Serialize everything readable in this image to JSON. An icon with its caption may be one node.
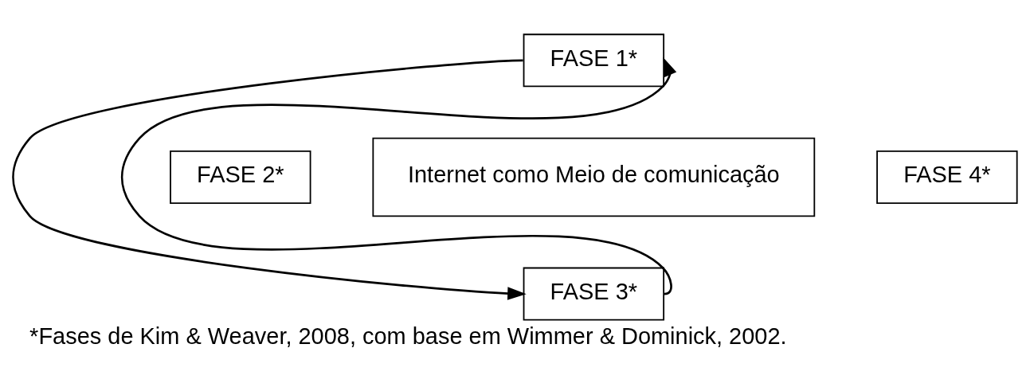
{
  "diagram": {
    "caption": "*Fases de Kim & Weaver, 2008, com base em Wimmer & Dominick, 2002.",
    "nodes": [
      {
        "text": [
          "FASE 1*"
        ]
      },
      {
        "text": [
          "FASE 2*"
        ]
      },
      {
        "text": [
          "Internet como Meio de comunicação"
        ]
      },
      {
        "text": [
          "FASE 4*"
        ]
      },
      {
        "text": [
          "FASE 3*"
        ]
      }
    ],
    "edges": [
      {
        "from": 0,
        "to": 4,
        "arrow": "to"
      },
      {
        "from": 4,
        "to": 0,
        "arrow": "to"
      }
    ]
  }
}
